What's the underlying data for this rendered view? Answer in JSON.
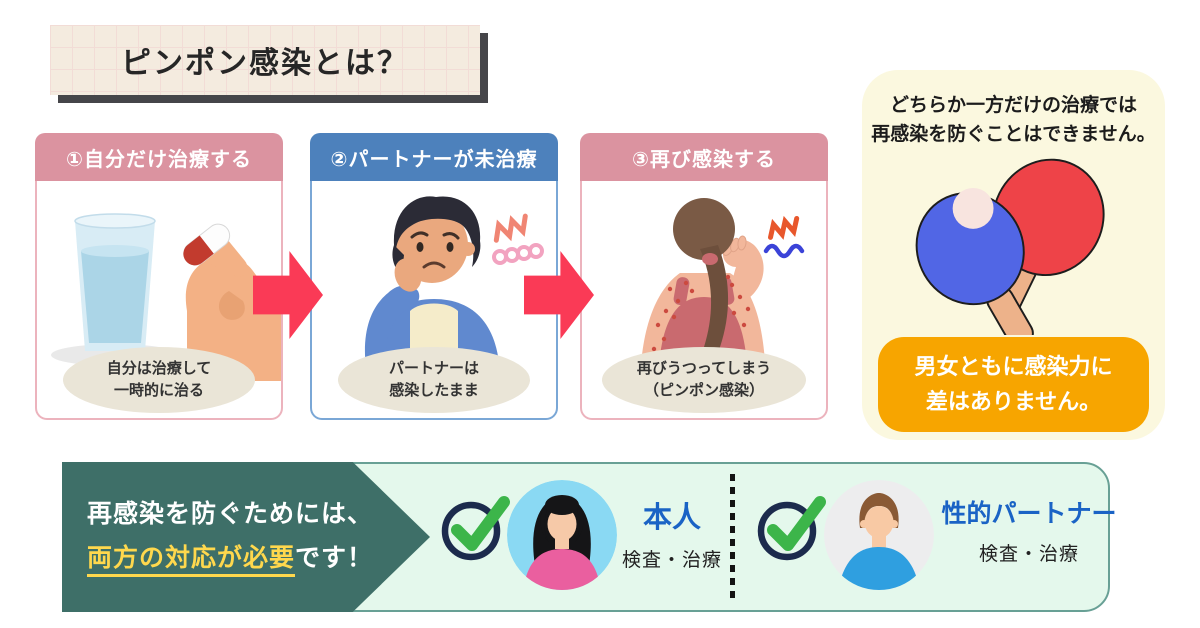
{
  "title": {
    "text": "ピンポン感染とは？"
  },
  "steps": [
    {
      "header": "①自分だけ治療する",
      "caption1": "自分は治療して",
      "caption2": "一時的に治る"
    },
    {
      "header": "②パートナーが未治療",
      "caption1": "パートナーは",
      "caption2": "感染したまま"
    },
    {
      "header": "③再び感染する",
      "caption1": "再びうつってしまう",
      "caption2": "（ピンポン感染）"
    }
  ],
  "side_panel": {
    "note1": "どちらか一方だけの治療では",
    "note2": "再感染を防ぐことはできません。",
    "badge1": "男女ともに感染力に",
    "badge2": "差はありません。"
  },
  "bottom_banner": {
    "lead1": "再感染を防ぐためには、",
    "lead_em": "両方の対応が必要",
    "lead_tail": "です！",
    "persons": [
      {
        "name": "本人",
        "detail": "検査・治療"
      },
      {
        "name": "性的パートナー",
        "detail": "検査・治療"
      }
    ]
  },
  "icons": {
    "step_arrow": "right-block-arrow",
    "check": "checkmark-circle",
    "divider": "vertical-dotted-line",
    "illustrations": [
      "glass-and-pill",
      "worried-man",
      "itchy-back-woman",
      "ping-pong-paddles",
      "woman-avatar",
      "man-avatar"
    ]
  },
  "colors": {
    "header_pink": "#db93a0",
    "header_blue": "#4d81bc",
    "arrow_red": "#fa3a56",
    "teal": "#3e6f68",
    "mint": "#e4f8ec",
    "note_cream": "#fbf8df",
    "badge_orange": "#f7a500",
    "highlight_yellow": "#ffd84d",
    "name_blue": "#1a63c5",
    "oval_beige": "#eae5d7",
    "title_beige": "#f4ebdf",
    "check_green": "#3cb54a",
    "check_navy": "#1c2b4d"
  }
}
